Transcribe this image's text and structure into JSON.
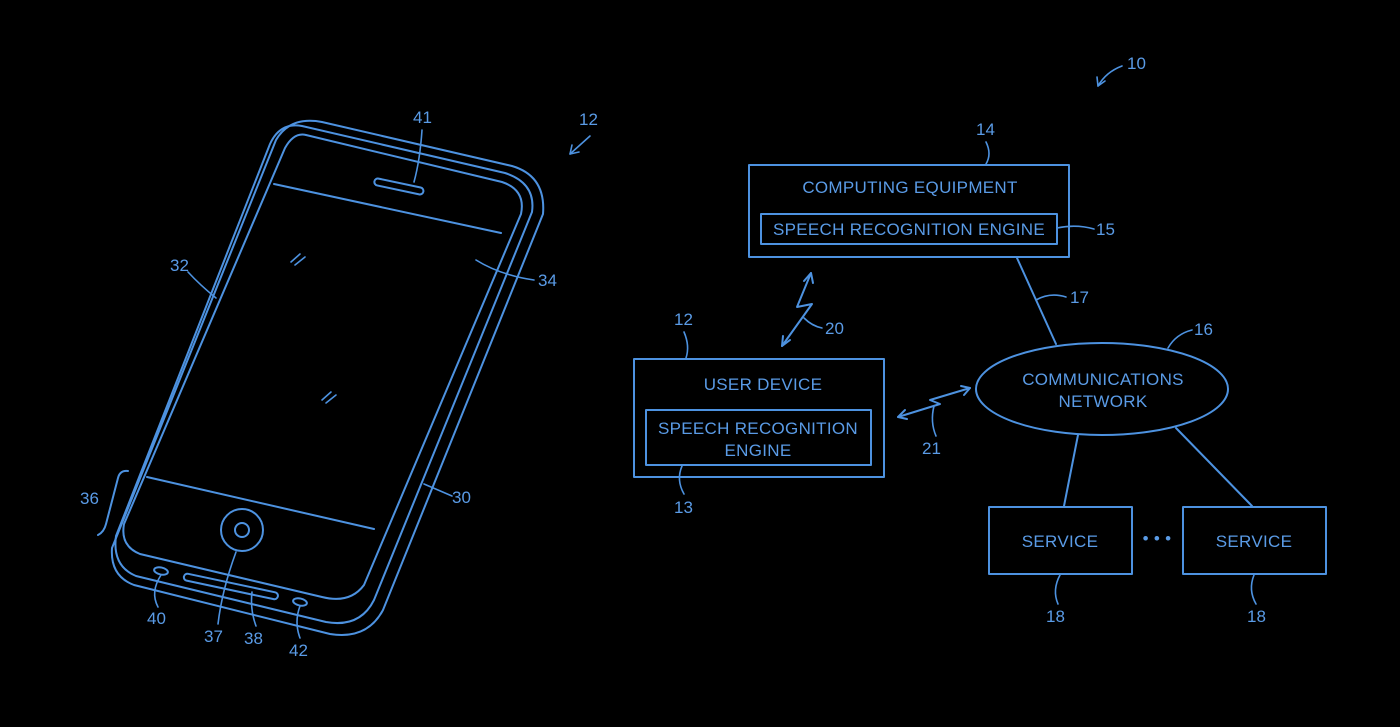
{
  "colors": {
    "background": "#000000",
    "line": "#4d92e0",
    "text": "#5a9be6"
  },
  "figure_ref": "10",
  "device": {
    "ref": "12",
    "refs": {
      "screen": "32",
      "border": "34",
      "housing": "30",
      "side": "36",
      "earpiece": "41",
      "button": "37",
      "port": "38",
      "mic_left": "40",
      "mic_right": "42"
    }
  },
  "blocks": {
    "computing": {
      "ref": "14",
      "title": "COMPUTING EQUIPMENT",
      "engine": "SPEECH RECOGNITION ENGINE",
      "engine_ref": "15"
    },
    "user_device": {
      "ref": "12",
      "title": "USER DEVICE",
      "engine_line1": "SPEECH RECOGNITION",
      "engine_line2": "ENGINE",
      "engine_ref": "13"
    },
    "network": {
      "ref": "16",
      "line1": "COMMUNICATIONS",
      "line2": "NETWORK"
    },
    "services": [
      {
        "label": "SERVICE",
        "ref": "18"
      },
      {
        "label": "SERVICE",
        "ref": "18"
      }
    ],
    "ellipsis": "• • •",
    "links": {
      "wired": "17",
      "wireless_top": "20",
      "wireless_side": "21"
    }
  }
}
